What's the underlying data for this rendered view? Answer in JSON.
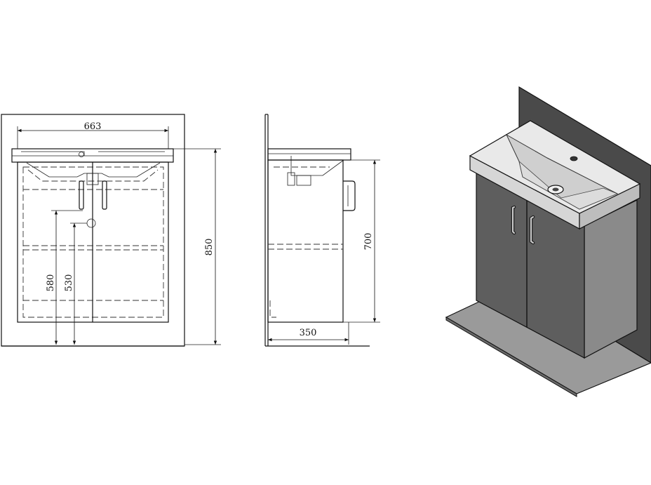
{
  "dimensions": {
    "front_width": "663",
    "front_total_height": "850",
    "front_drain_height": "580",
    "front_waste_height": "530",
    "side_depth": "350",
    "side_cabinet_height": "700"
  },
  "colors": {
    "line": "#111111",
    "wall": "#4a4a4a",
    "floor": "#9a9a9a",
    "cabinet": "#5e5e5e",
    "cabinet_side": "#8a8a8a",
    "basin": "#e9e9e9",
    "basin_bowl": "#cfcfcf"
  }
}
